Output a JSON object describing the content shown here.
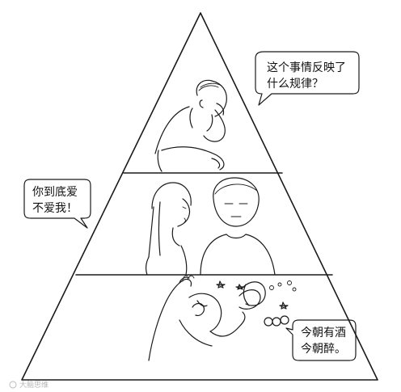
{
  "tiers": [
    {
      "name": "top",
      "speech": [
        "这个事情反映了",
        "什么规律？"
      ]
    },
    {
      "name": "middle",
      "speech": [
        "你到底爱",
        "不爱我！"
      ]
    },
    {
      "name": "bottom",
      "speech": [
        "今朝有酒",
        "今朝醉。"
      ]
    }
  ],
  "watermark": "大脑思维"
}
